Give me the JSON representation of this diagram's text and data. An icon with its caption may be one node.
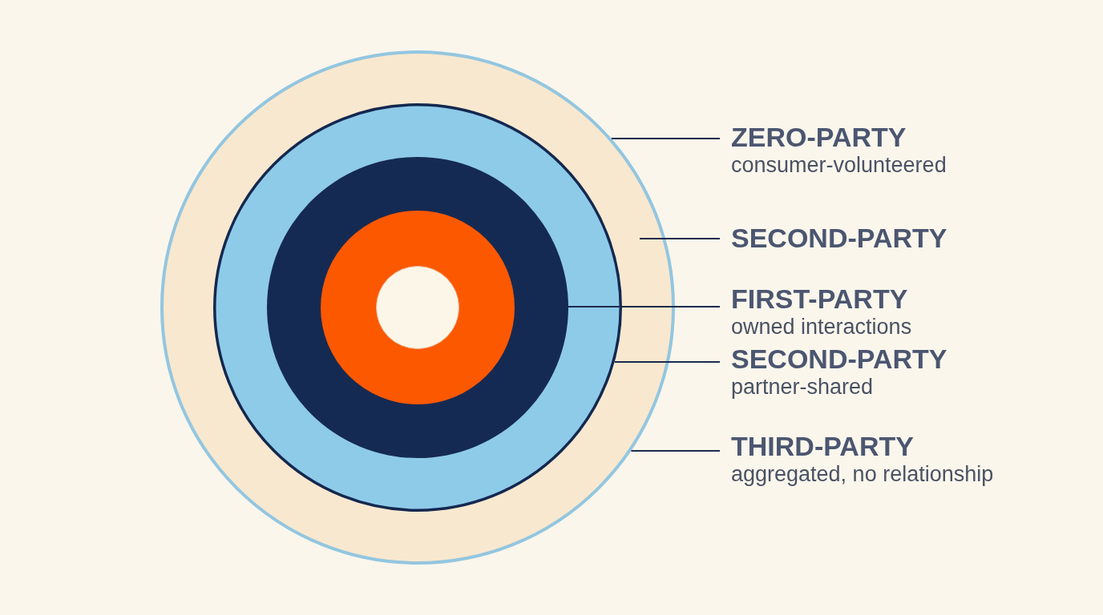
{
  "diagram": {
    "nodes": [
      {
        "text": [],
        "shape": "circle"
      },
      {
        "text": [],
        "shape": "circle",
        "in": 0
      },
      {
        "text": [],
        "shape": "circle",
        "in": 1
      },
      {
        "text": [],
        "shape": "circle",
        "in": 2
      },
      {
        "text": [],
        "shape": "circle",
        "in": 3
      },
      {
        "text": [
          "ZERO-PARTY",
          "consumer-volunteered"
        ]
      },
      {
        "text": [
          "SECOND-PARTY"
        ]
      },
      {
        "text": [
          "FIRST-PARTY",
          "owned interactions"
        ]
      },
      {
        "text": [
          "SECOND-PARTY",
          "partner-shared"
        ]
      },
      {
        "text": [
          "THIRD-PARTY",
          "aggregated, no relationship"
        ]
      }
    ],
    "edges": [
      {
        "from": 5,
        "to": 0,
        "arrow": "none"
      },
      {
        "from": 6,
        "to": 0,
        "arrow": "none"
      },
      {
        "from": 7,
        "to": 2,
        "arrow": "none"
      },
      {
        "from": 8,
        "to": 1,
        "arrow": "none"
      },
      {
        "from": 9,
        "to": 0,
        "arrow": "none"
      }
    ]
  }
}
